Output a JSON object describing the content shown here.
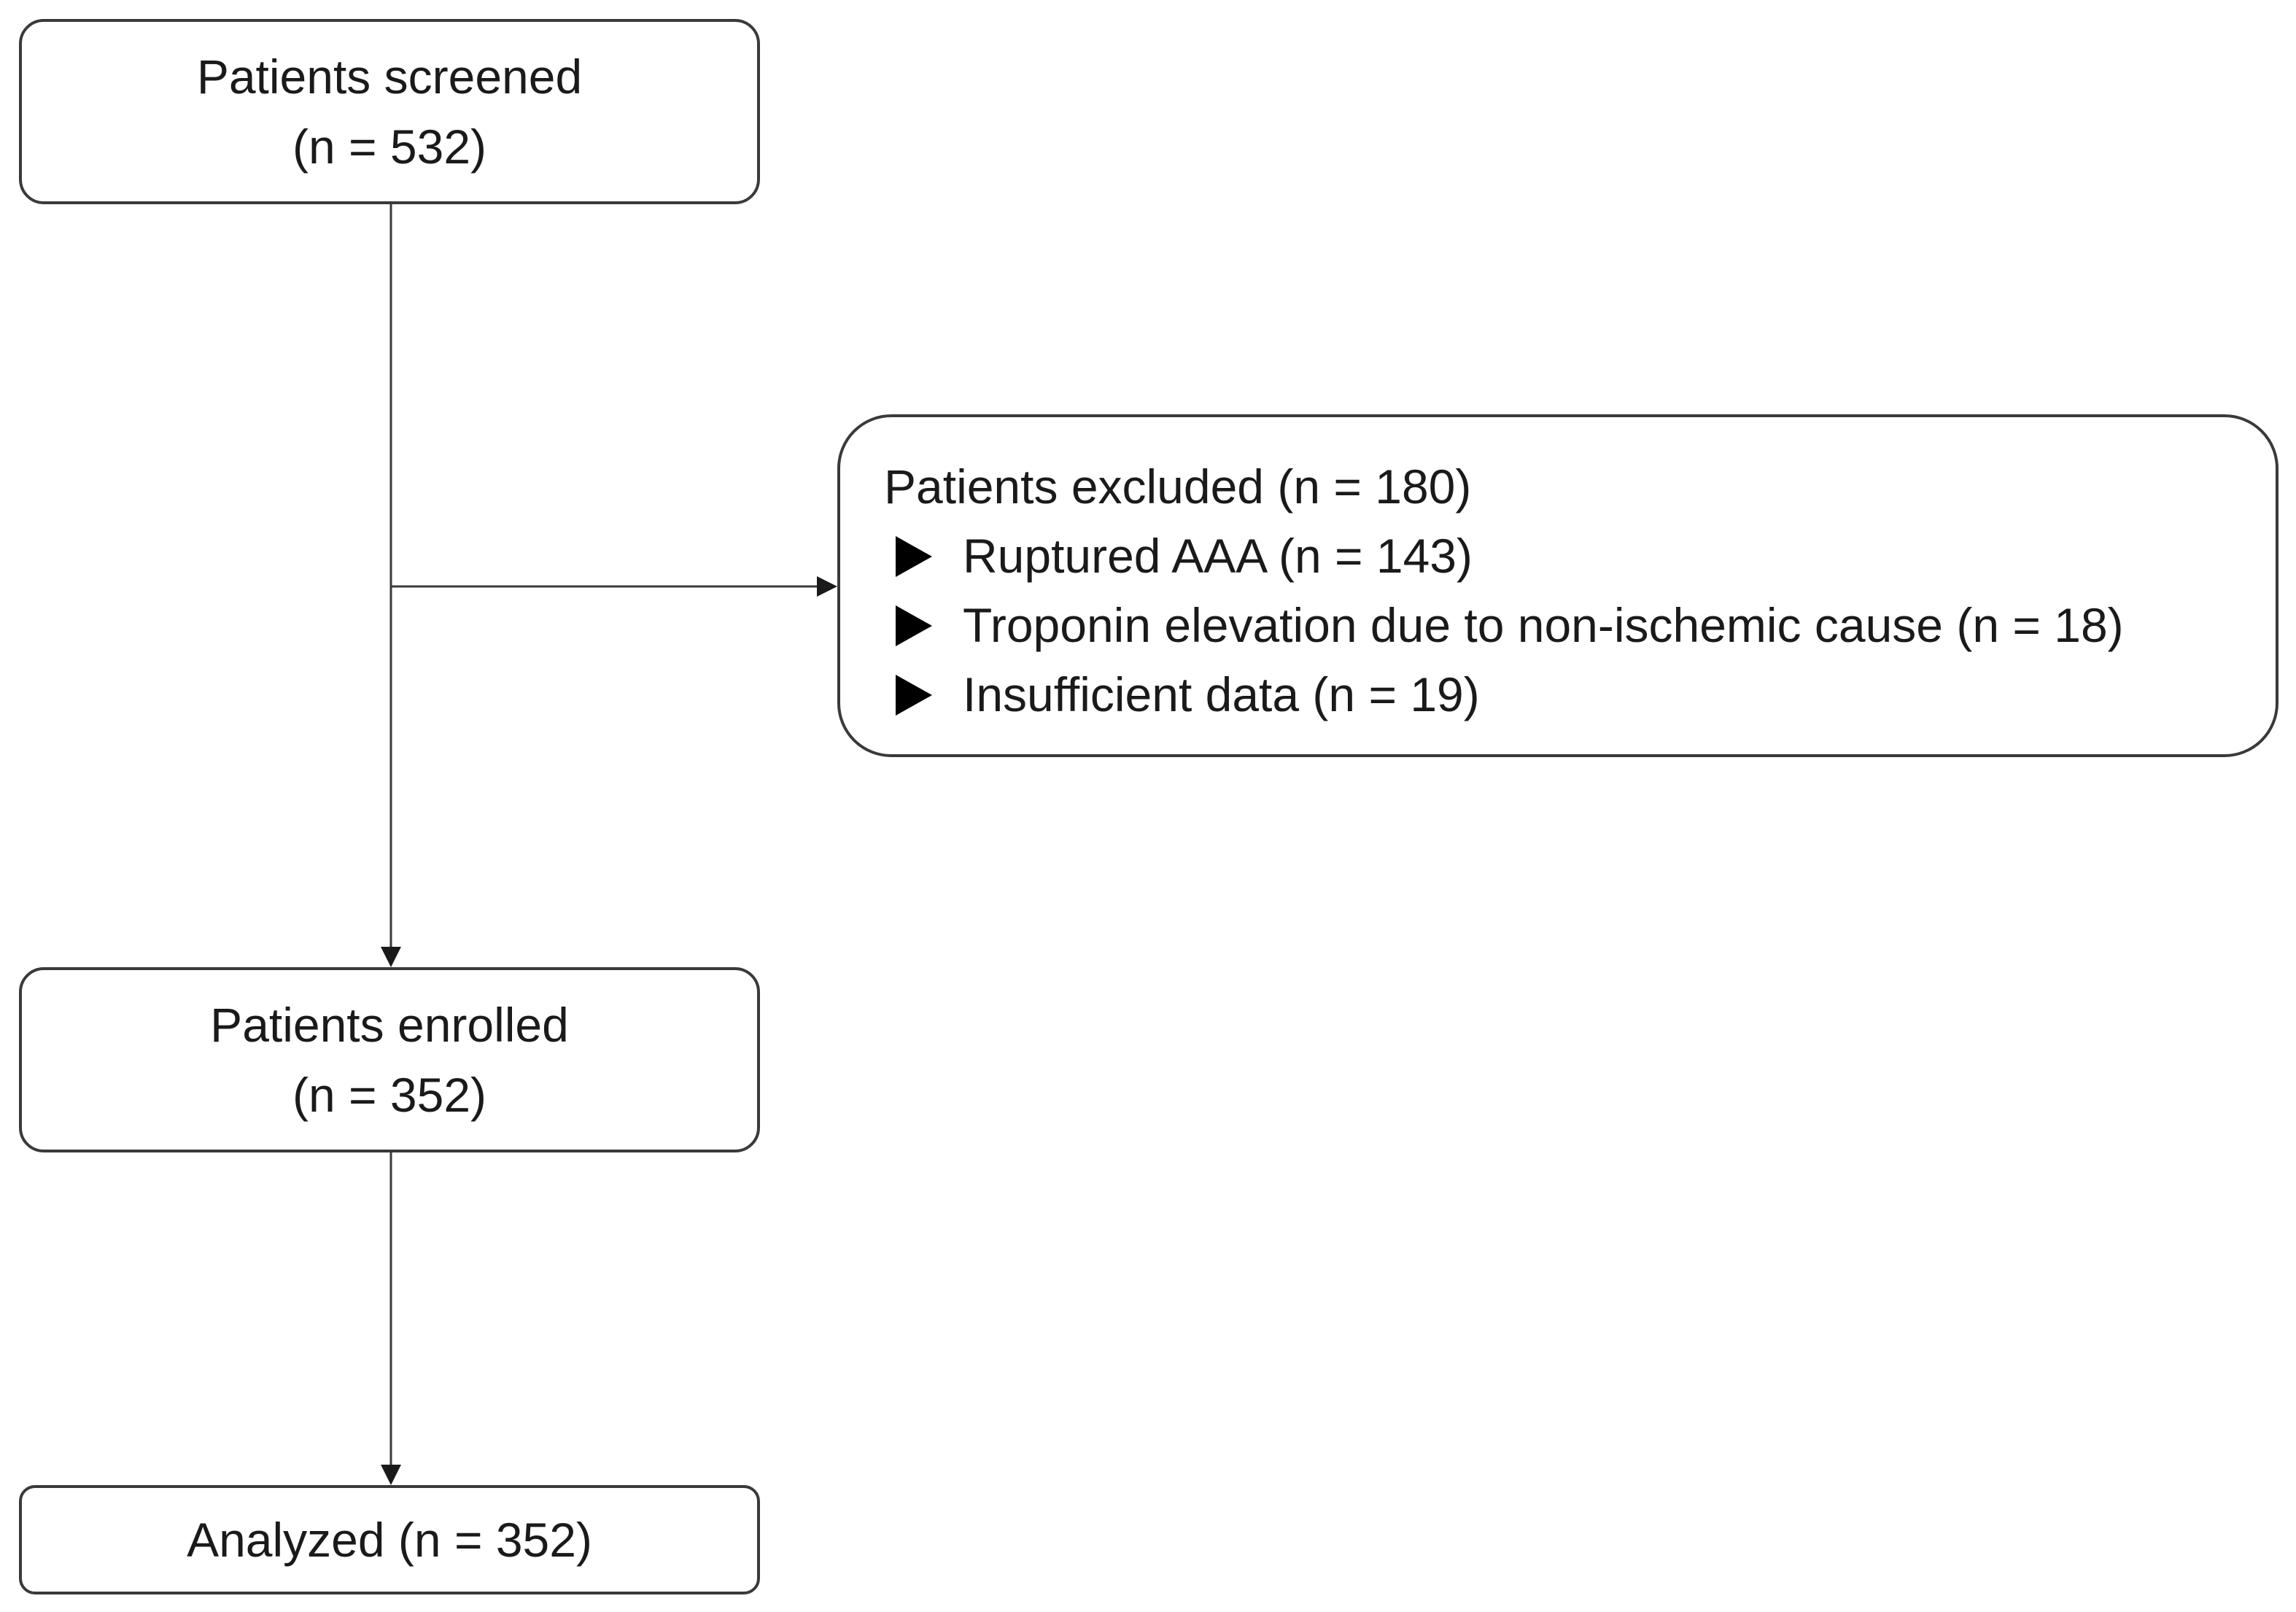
{
  "flow": {
    "screened": {
      "label": "Patients screened",
      "count": "(n = 532)"
    },
    "excluded": {
      "title": "Patients excluded (n = 180)",
      "items": [
        {
          "label": "Ruptured AAA (n = 143)"
        },
        {
          "label": "Troponin elevation due to non-ischemic cause (n = 18)"
        },
        {
          "label": "Insufficient data (n = 19)"
        }
      ],
      "bullet_icon": "triangle-right-icon"
    },
    "enrolled": {
      "label": "Patients enrolled",
      "count": "(n = 352)"
    },
    "analyzed": {
      "label": "Analyzed (n = 352)"
    }
  },
  "colors": {
    "line": "#3a3a3a",
    "bullet": "#000000",
    "text": "#1a1a1a"
  }
}
